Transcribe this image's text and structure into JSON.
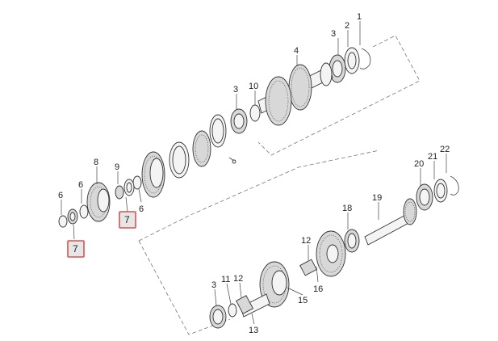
{
  "callouts": [
    {
      "label": "1"
    },
    {
      "label": "2"
    },
    {
      "label": "3"
    },
    {
      "label": "4"
    },
    {
      "label": "3"
    },
    {
      "label": "10"
    },
    {
      "label": "8"
    },
    {
      "label": "9"
    },
    {
      "label": "6"
    },
    {
      "label": "6"
    },
    {
      "label": "6"
    },
    {
      "label": "7"
    },
    {
      "label": "7"
    },
    {
      "label": "22"
    },
    {
      "label": "21"
    },
    {
      "label": "20"
    },
    {
      "label": "19"
    },
    {
      "label": "18"
    },
    {
      "label": "12"
    },
    {
      "label": "16"
    },
    {
      "label": "15"
    },
    {
      "label": "12"
    },
    {
      "label": "11"
    },
    {
      "label": "3"
    },
    {
      "label": "13"
    }
  ],
  "highlight_color": "#d9534f"
}
